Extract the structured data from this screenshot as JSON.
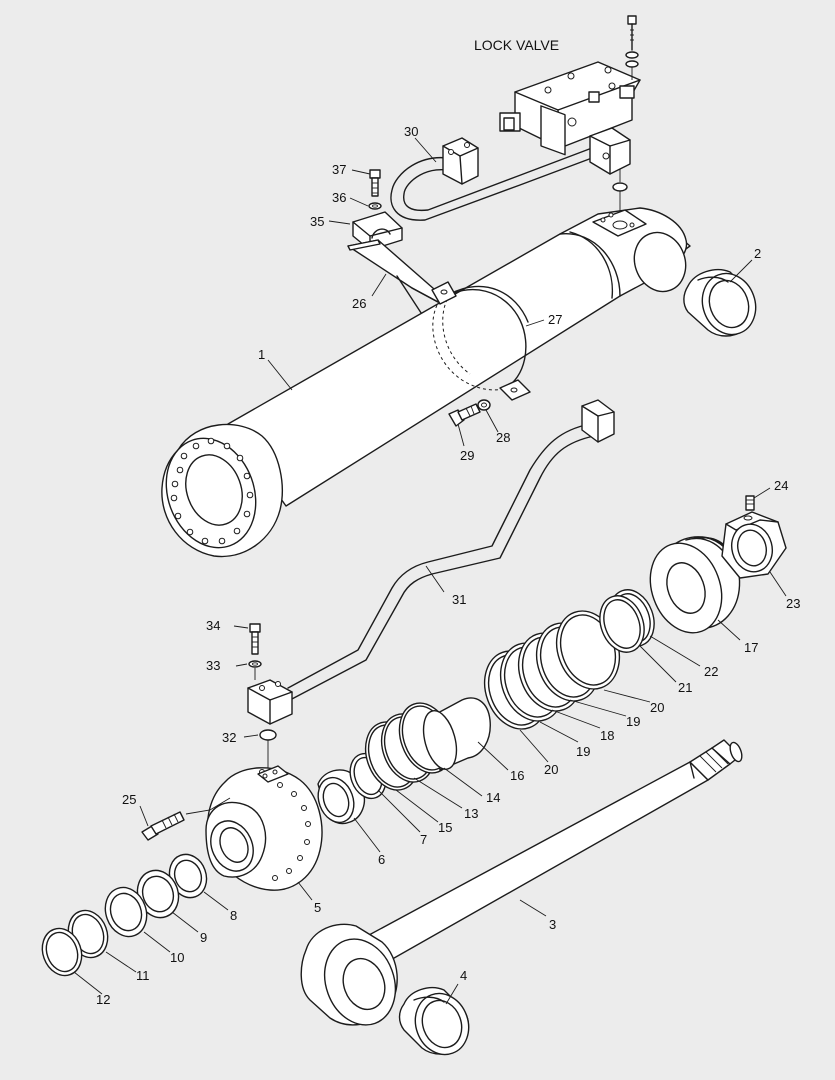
{
  "title": "LOCK VALVE",
  "labels": {
    "p1": "1",
    "p2": "2",
    "p3": "3",
    "p4": "4",
    "p5": "5",
    "p6": "6",
    "p7": "7",
    "p8": "8",
    "p9": "9",
    "p10": "10",
    "p11": "11",
    "p12": "12",
    "p13": "13",
    "p14": "14",
    "p15": "15",
    "p16": "16",
    "p17": "17",
    "p18": "18",
    "p19a": "19",
    "p19b": "19",
    "p20a": "20",
    "p20b": "20",
    "p21": "21",
    "p22": "22",
    "p23": "23",
    "p24": "24",
    "p25": "25",
    "p26": "26",
    "p27": "27",
    "p28": "28",
    "p29": "29",
    "p30": "30",
    "p31": "31",
    "p32": "32",
    "p33": "33",
    "p34": "34",
    "p35": "35",
    "p36": "36",
    "p37": "37"
  },
  "colors": {
    "background": "#ececec",
    "line": "#1c1c1c",
    "fill": "#ffffff"
  }
}
